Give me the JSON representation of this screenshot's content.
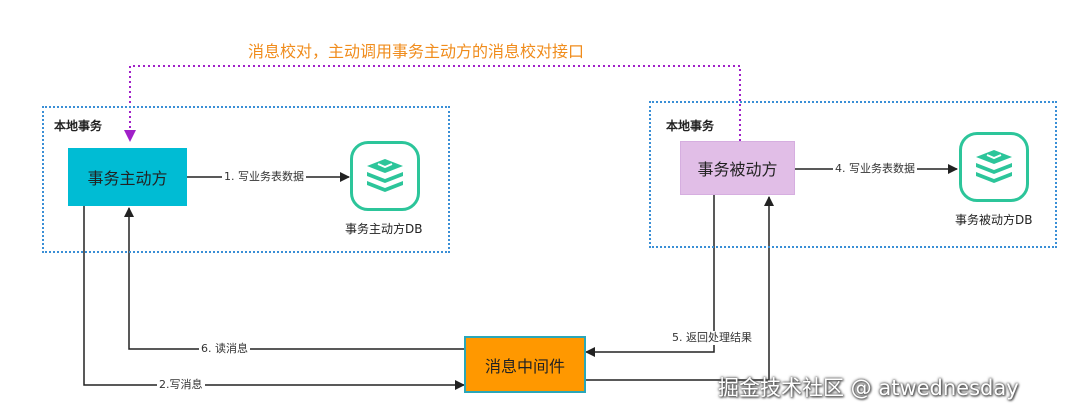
{
  "top_note": "消息校对，主动调用事务主动方的消息校对接口",
  "zones": [
    {
      "label": "本地事务"
    },
    {
      "label": "本地事务"
    }
  ],
  "nodes": {
    "initiator": "事务主动方",
    "participant": "事务被动方",
    "middleware": "消息中间件"
  },
  "databases": {
    "initiator_db": "事务主动方DB",
    "participant_db": "事务被动方DB"
  },
  "edges": {
    "e1": "1. 写业务表数据",
    "e2": "2.写消息",
    "e4": "4. 写业务表数据",
    "e5": "5. 返回处理结果",
    "e6": "6. 读消息"
  },
  "watermark": "掘金技术社区 @ atwednesday",
  "colors": {
    "initiator_fill": "#00bcd4",
    "participant_fill": "#e1bee7",
    "middleware_fill": "#ff9800",
    "middleware_border": "#2aa7b8",
    "zone_border": "#3a8fd6",
    "db_green": "#2cc59a",
    "note_orange": "#f08c1c",
    "callback_purple": "#a020c8"
  }
}
